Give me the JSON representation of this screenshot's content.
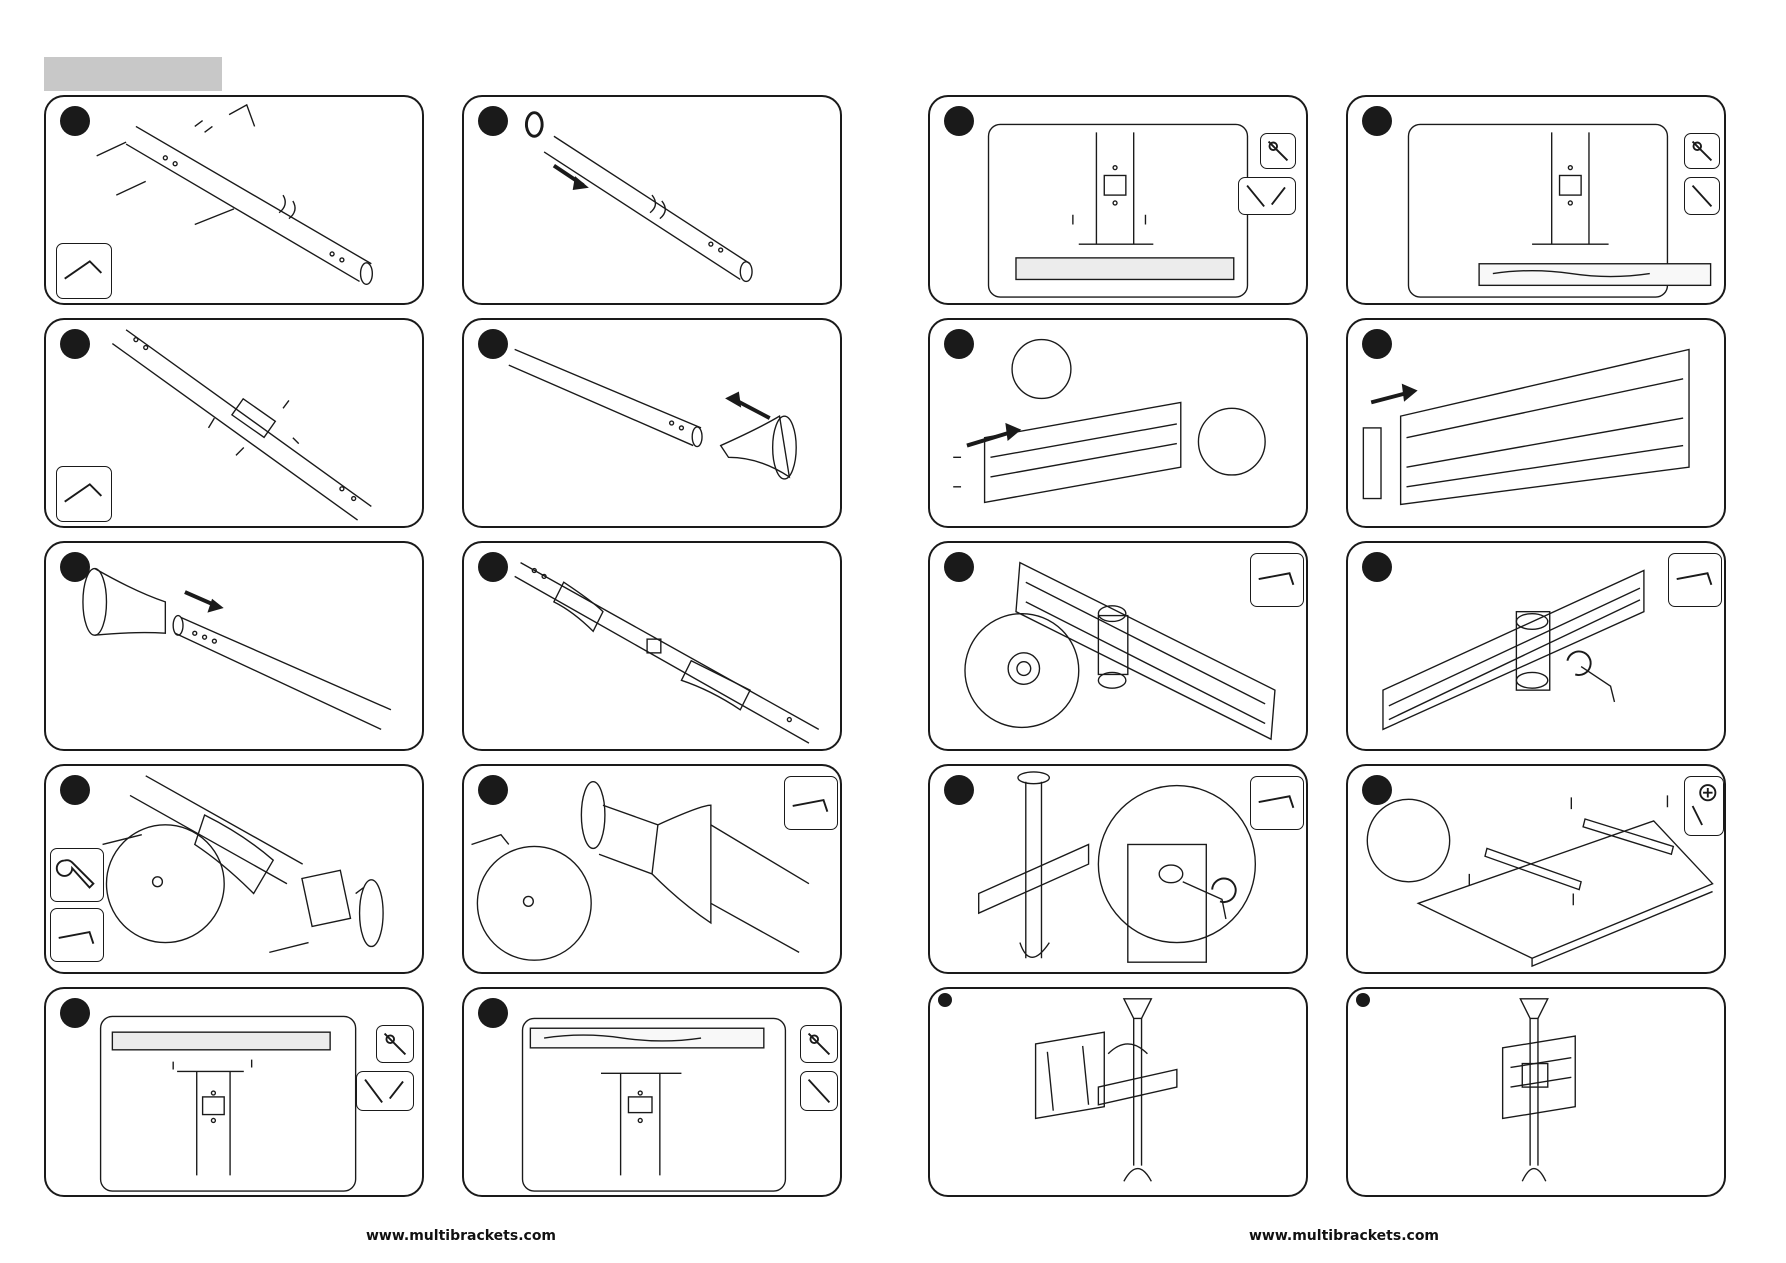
{
  "header": {
    "tab_label": ""
  },
  "footer": {
    "left_url": "www.multibrackets.com",
    "right_url": "www.multibrackets.com"
  },
  "colors": {
    "ink": "#1a1a1a",
    "header_bar": "#c8c8c8",
    "page": "#ffffff"
  },
  "panels": [
    {
      "id": "left-r1c1",
      "step_indicator": "filled-circle",
      "tools": [
        "hex-key"
      ],
      "depicts": "pole-assembly"
    },
    {
      "id": "left-r1c2",
      "step_indicator": "filled-circle",
      "tools": [],
      "depicts": "ring-on-pole"
    },
    {
      "id": "left-r2c1",
      "step_indicator": "filled-circle",
      "tools": [
        "hex-key"
      ],
      "depicts": "pole-coupling"
    },
    {
      "id": "left-r2c2",
      "step_indicator": "filled-circle",
      "tools": [],
      "depicts": "cover-slide-on"
    },
    {
      "id": "left-r3c1",
      "step_indicator": "filled-circle",
      "tools": [],
      "depicts": "cover-slide-on"
    },
    {
      "id": "left-r3c2",
      "step_indicator": "filled-circle",
      "tools": [],
      "depicts": "pole-with-covers"
    },
    {
      "id": "left-r4c1",
      "step_indicator": "filled-circle",
      "tools": [
        "wrench",
        "hex-key"
      ],
      "depicts": "base-plate-fixing"
    },
    {
      "id": "left-r4c2",
      "step_indicator": "filled-circle",
      "tools": [
        "hex-key"
      ],
      "depicts": "base-plate-fixing"
    },
    {
      "id": "left-r5c1",
      "step_indicator": "filled-circle",
      "tools": [
        "drill-bit",
        "wall-plug"
      ],
      "depicts": "ceiling-mount-concrete"
    },
    {
      "id": "left-r5c2",
      "step_indicator": "filled-circle",
      "tools": [
        "drill-bit",
        "screw"
      ],
      "depicts": "ceiling-mount-wood"
    },
    {
      "id": "right-r1c1",
      "step_indicator": "filled-circle",
      "tools": [
        "drill-bit",
        "wall-plug"
      ],
      "depicts": "floor-mount-concrete"
    },
    {
      "id": "right-r1c2",
      "step_indicator": "filled-circle",
      "tools": [
        "drill-bit",
        "screw"
      ],
      "depicts": "floor-mount-wood"
    },
    {
      "id": "right-r2c1",
      "step_indicator": "filled-circle",
      "tools": [],
      "depicts": "rail-end-cap"
    },
    {
      "id": "right-r2c2",
      "step_indicator": "filled-circle",
      "tools": [],
      "depicts": "rail-end-cap"
    },
    {
      "id": "right-r3c1",
      "step_indicator": "filled-circle",
      "tools": [
        "hex-key"
      ],
      "depicts": "rail-clamp"
    },
    {
      "id": "right-r3c2",
      "step_indicator": "filled-circle",
      "tools": [
        "hex-key"
      ],
      "depicts": "rail-clamp-tighten"
    },
    {
      "id": "right-r4c1",
      "step_indicator": "filled-circle",
      "tools": [
        "hex-key"
      ],
      "depicts": "rail-on-pole"
    },
    {
      "id": "right-r4c2",
      "step_indicator": "filled-circle",
      "tools": [
        "screwdriver"
      ],
      "depicts": "bracket-on-display"
    },
    {
      "id": "right-r5c1",
      "step_indicator": "small-circle",
      "tools": [],
      "depicts": "hang-display"
    },
    {
      "id": "right-r5c2",
      "step_indicator": "small-circle",
      "tools": [],
      "depicts": "display-mounted"
    }
  ]
}
